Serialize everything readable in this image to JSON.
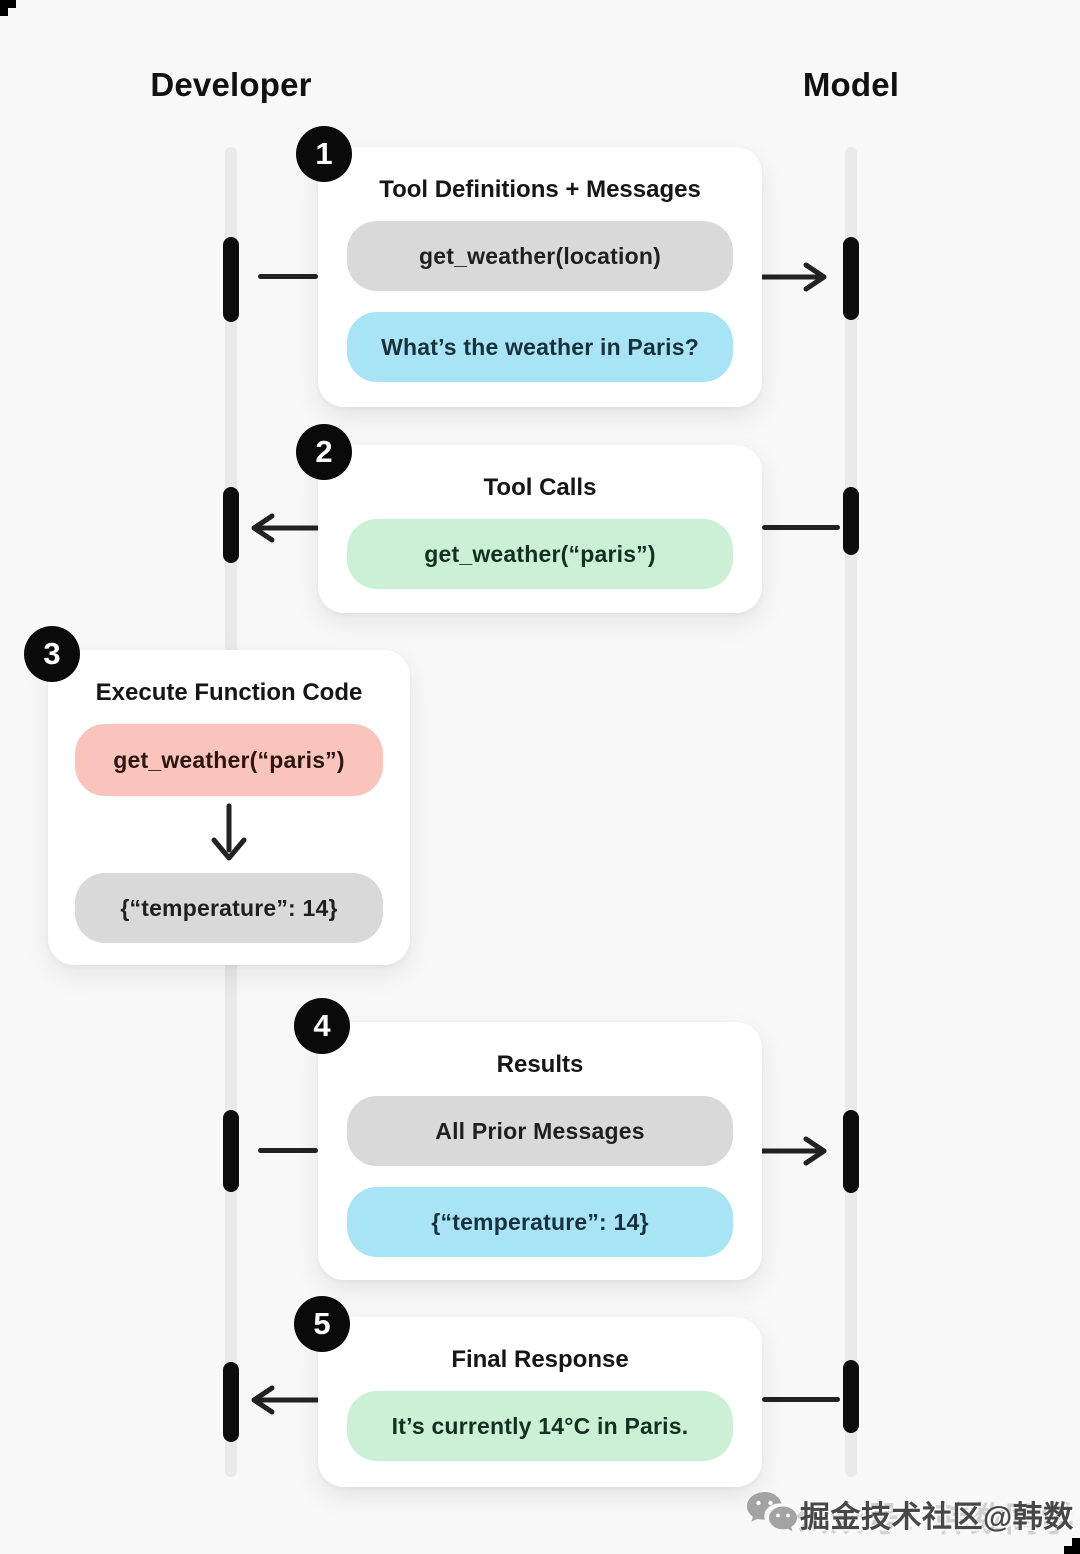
{
  "header": {
    "left": "Developer",
    "right": "Model"
  },
  "steps": [
    {
      "num": "1",
      "title": "Tool Definitions + Messages",
      "direction": "developer-to-model",
      "pills": [
        {
          "text": "get_weather(location)",
          "color": "gray"
        },
        {
          "text": "What’s the weather in Paris?",
          "color": "blue"
        }
      ]
    },
    {
      "num": "2",
      "title": "Tool Calls",
      "direction": "model-to-developer",
      "pills": [
        {
          "text": "get_weather(“paris”)",
          "color": "green"
        }
      ]
    },
    {
      "num": "3",
      "title": "Execute Function Code",
      "direction": "local",
      "pills": [
        {
          "text": "get_weather(“paris”)",
          "color": "pink"
        },
        {
          "text": "{“temperature”: 14}",
          "color": "gray"
        }
      ]
    },
    {
      "num": "4",
      "title": "Results",
      "direction": "developer-to-model",
      "pills": [
        {
          "text": "All Prior Messages",
          "color": "gray"
        },
        {
          "text": "{“temperature”: 14}",
          "color": "blue"
        }
      ]
    },
    {
      "num": "5",
      "title": "Final Response",
      "direction": "model-to-developer",
      "pills": [
        {
          "text": "It’s currently 14°C in Paris.",
          "color": "green"
        }
      ]
    }
  ],
  "watermark": {
    "main": "掘金技术社区@韩数",
    "ghost": "公众号：韩数同学"
  },
  "icons": {
    "wechat": "wechat-icon",
    "arrow_right": "arrow-right-icon",
    "arrow_left": "arrow-left-icon",
    "arrow_down": "arrow-down-icon"
  },
  "theme": {
    "background": "#f8f8f8",
    "card": "#ffffff",
    "lifeline": "#e9e9e9",
    "activation": "#0d0d0d",
    "arrow": "#222222",
    "badge_bg": "#0a0a0a",
    "badge_text": "#ffffff",
    "pill_gray": "#d9d9d9",
    "pill_blue": "#a9e4f6",
    "pill_green": "#cbf0d6",
    "pill_pink": "#f9c4bc"
  }
}
